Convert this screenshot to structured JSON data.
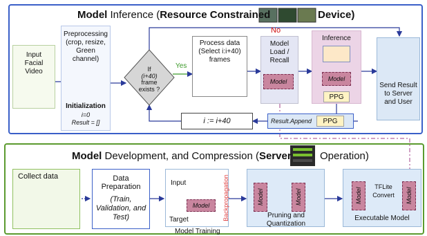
{
  "inference_panel": {
    "title_bold": "Model",
    "title_rest": " Inference (",
    "title_bold2": "Resource Constrained",
    "title_end": "Device)"
  },
  "development_panel": {
    "title_bold": "Model",
    "title_rest": " Development, and Compression (",
    "title_bold2": "Server",
    "title_end": "Operation)"
  },
  "inference_flow": {
    "input_video": "Input Facial Video",
    "preprocessing": "Preprocessing (crop, resize, Green channel)",
    "initialization": "Initialization",
    "init_i": "i=0",
    "init_result": "Result = []",
    "condition_prefix": "If",
    "condition_expr": "(i+40)",
    "condition_suffix": "frame exists ?",
    "yes_label": "Yes",
    "no_label": "No",
    "process_data": "Process data (Select i:i+40) frames",
    "model_load": "Model Load / Recall",
    "model_tag": "Model",
    "inference_label": "Inference",
    "ppg_label": "PPG",
    "send_result": "Send Result to Server and User",
    "result_append": "Result.Append",
    "increment": "i := i+40"
  },
  "development_flow": {
    "collect_data": "Collect data",
    "data_preparation": "Data Preparation",
    "data_preparation_detail": "(Train, Validation, and Test)",
    "input_label": "Input",
    "target_label": "Target",
    "backpropagation": "Backpropagation",
    "model_training": "Model Training",
    "pruning": "Pruning and Quantization",
    "tflite_convert": "TFLite Convert",
    "executable_model": "Executable Model"
  },
  "colors": {
    "inference_border": "#3a5fc8",
    "development_border": "#5b9a2e",
    "no_label": "#d01010",
    "yes_label": "#3c9a2a",
    "model_fill": "#c9869f",
    "ppg_fill": "#fff3c4",
    "inference_fill": "#ecd4e6",
    "dashed_link": "#c080b0"
  }
}
